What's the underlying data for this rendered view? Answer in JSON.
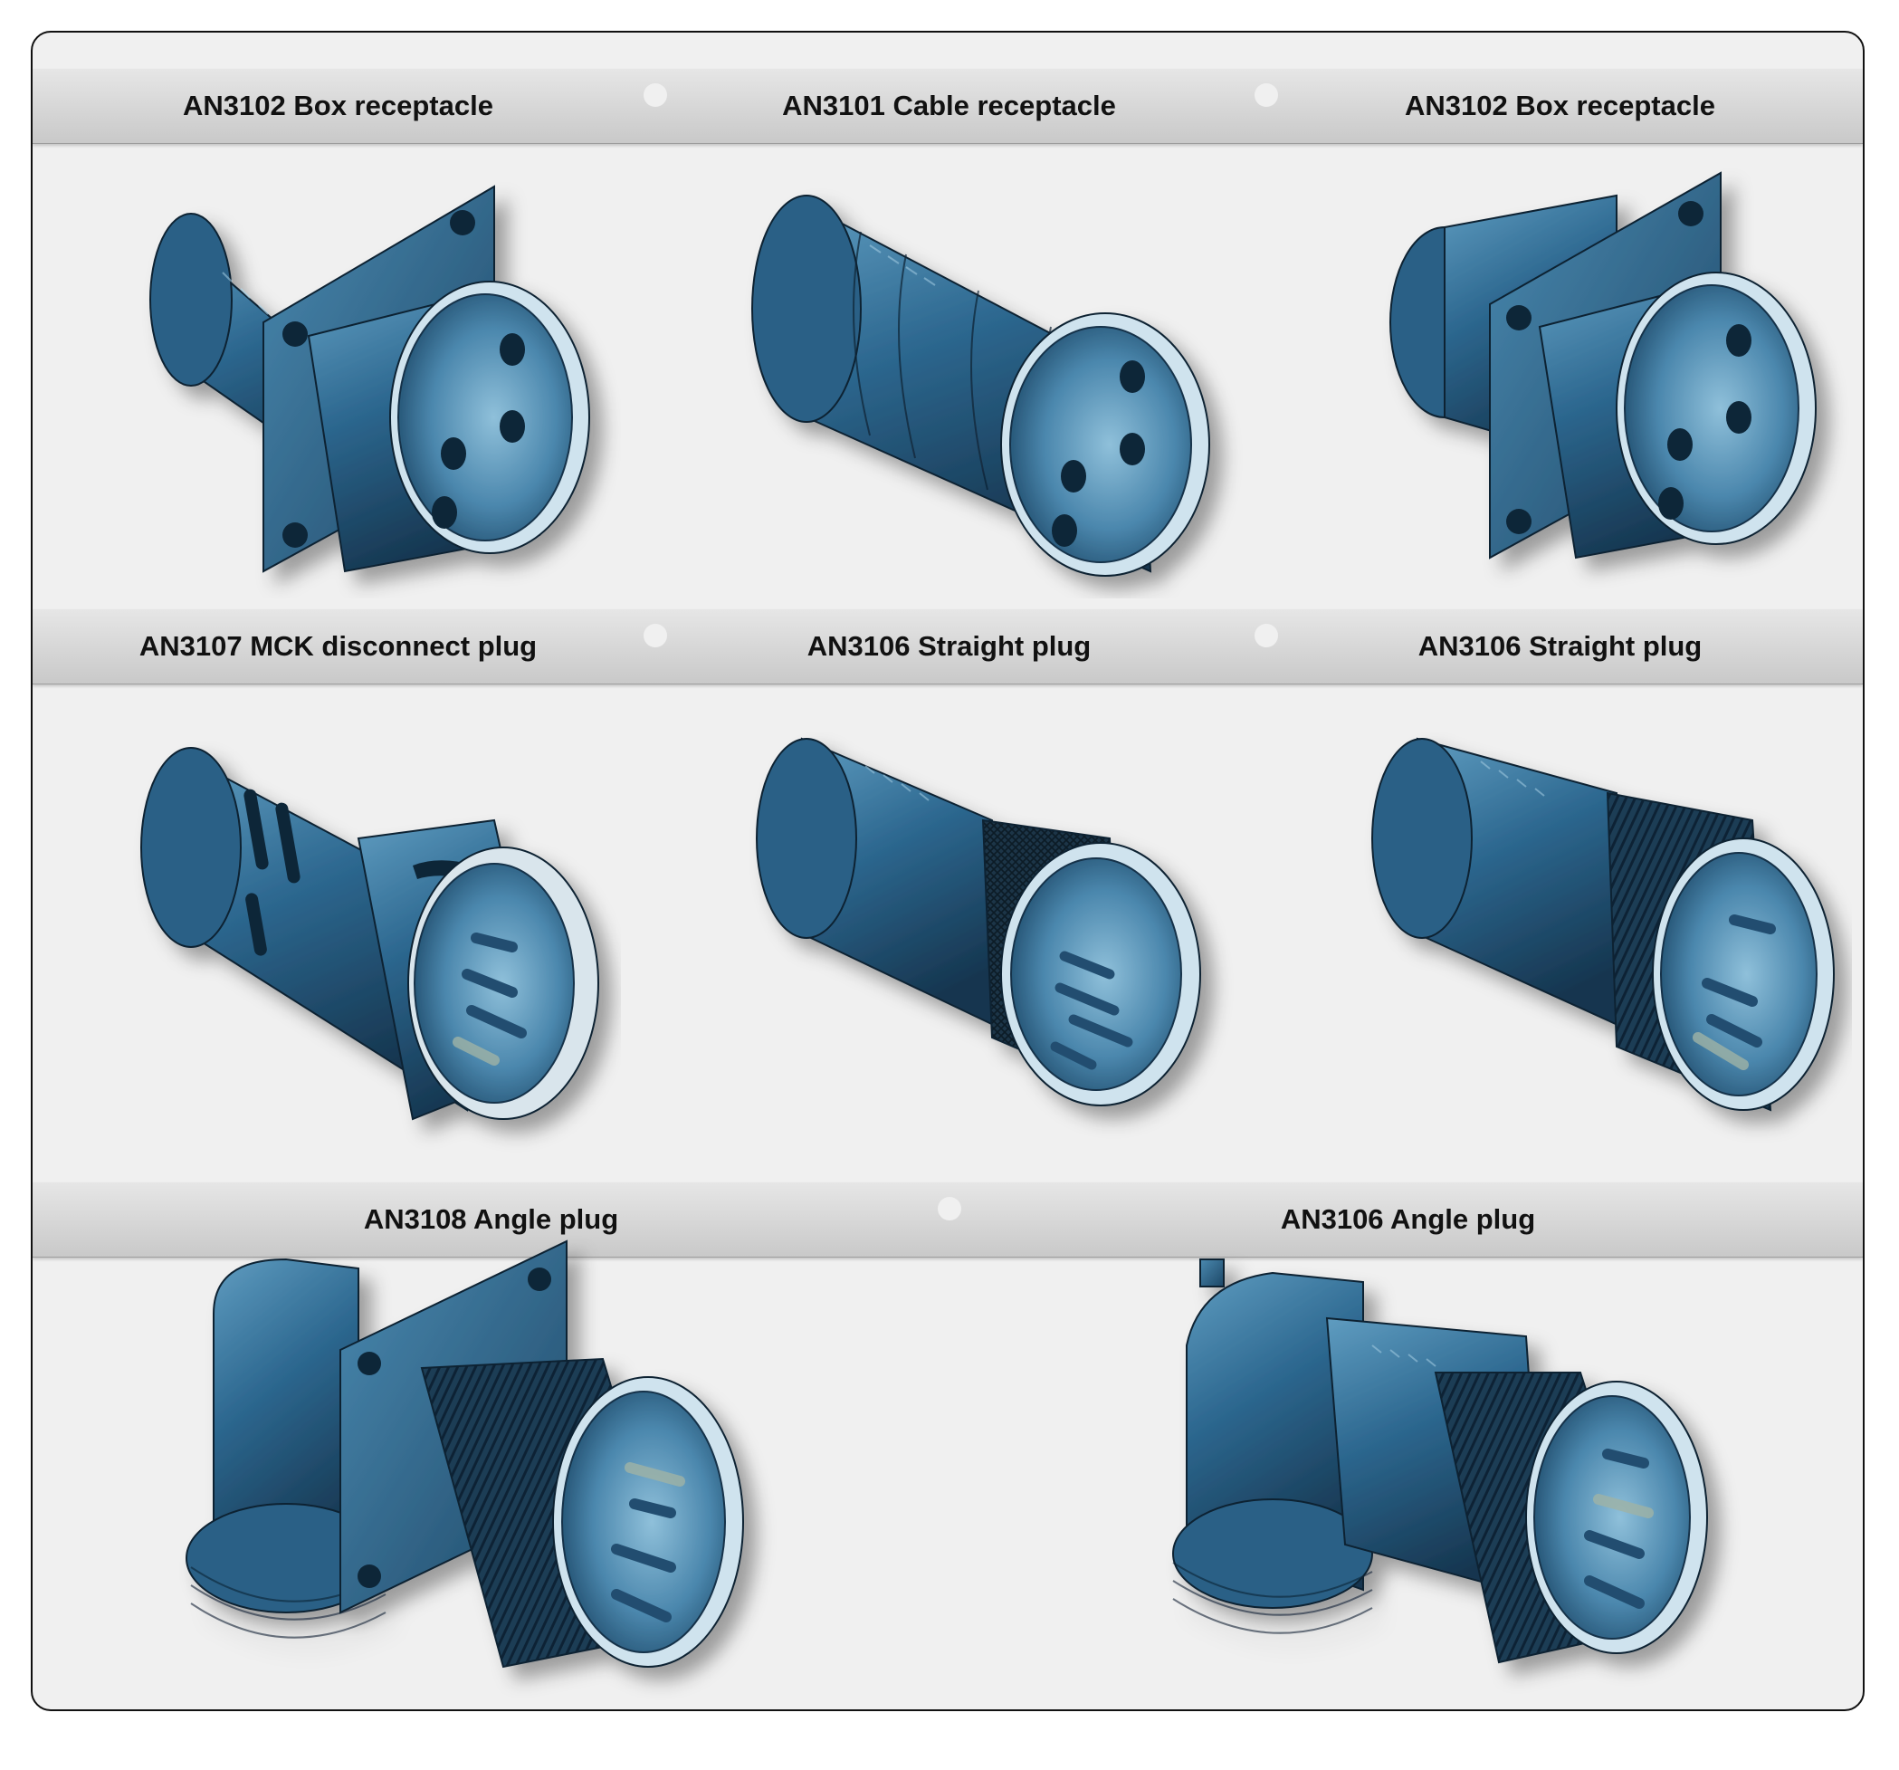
{
  "rows": [
    {
      "titles": [
        "AN3102 Box receptacle",
        "AN3101 Cable receptacle",
        "AN3102 Box receptacle"
      ]
    },
    {
      "titles": [
        "AN3107 MCK disconnect plug",
        "AN3106 Straight plug",
        "AN3106 Straight plug"
      ]
    },
    {
      "titles": [
        "AN3108 Angle plug",
        "AN3106 Angle plug"
      ]
    }
  ],
  "colors": {
    "metal_dark": "#1b3d58",
    "metal_mid": "#2f6c92",
    "metal_light": "#7fb2cf",
    "panel_bg": "#f0f0f0",
    "band_bg": "#d6d6d6"
  }
}
